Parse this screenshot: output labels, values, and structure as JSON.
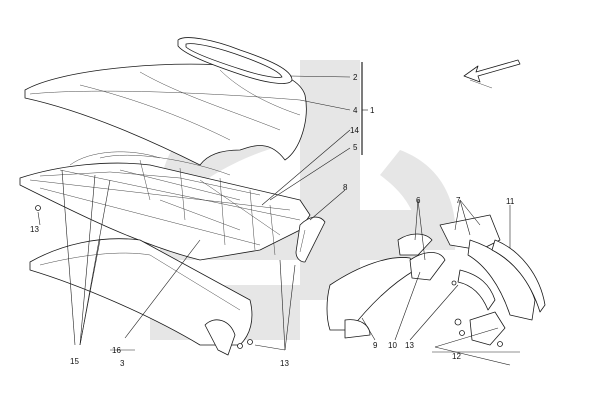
{
  "watermark_color": "#e6e6e6",
  "callouts": {
    "c1": "1",
    "c2": "2",
    "c3": "3",
    "c4": "4",
    "c5": "5",
    "c6": "6",
    "c7": "7",
    "c8": "8",
    "c9": "9",
    "c10": "10",
    "c11": "11",
    "c12": "12",
    "c13a": "13",
    "c13b": "13",
    "c13c": "13",
    "c14": "14",
    "c15": "15",
    "c16": "16"
  }
}
